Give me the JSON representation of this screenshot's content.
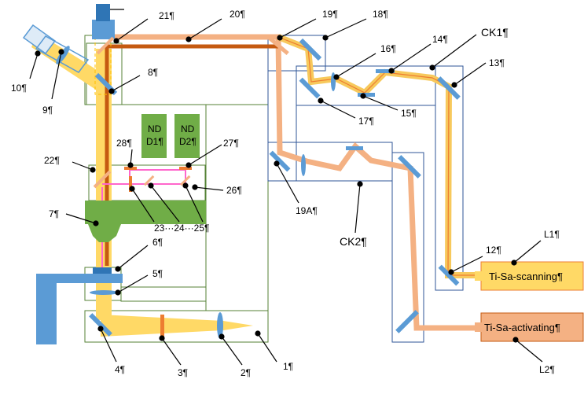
{
  "labels": {
    "l1": "1¶",
    "l2": "2¶",
    "l3": "3¶",
    "l4": "4¶",
    "l5": "5¶",
    "l6": "6¶",
    "l7": "7¶",
    "l8": "8¶",
    "l9": "9¶",
    "l10": "10¶",
    "l12": "12¶",
    "l13": "13¶",
    "l14": "14¶",
    "l15": "15¶",
    "l16": "16¶",
    "l17": "17¶",
    "l18": "18¶",
    "l19": "19¶",
    "l19a": "19A¶",
    "l20": "20¶",
    "l21": "21¶",
    "l22": "22¶",
    "l23_25": "23···24···25¶",
    "l26": "26¶",
    "l27": "27¶",
    "l28": "28¶",
    "ck1": "CK1¶",
    "ck2": "CK2¶",
    "lL1": "L1¶",
    "lL2": "L2¶"
  },
  "lasers": {
    "scanning": "Ti-Sa-scanning¶",
    "activating": "Ti-Sa-activating¶"
  },
  "filters": {
    "nd1_a": "ND",
    "nd1_b": "D1¶",
    "nd2_a": "ND",
    "nd2_b": "D2¶"
  },
  "colors": {
    "yellow_beam": "#FFD966",
    "orange_beam": "#F4B183",
    "brown_beam": "#C55A11",
    "blue": "#5B9BD5",
    "green": "#70AD47",
    "frame": "#548235"
  }
}
